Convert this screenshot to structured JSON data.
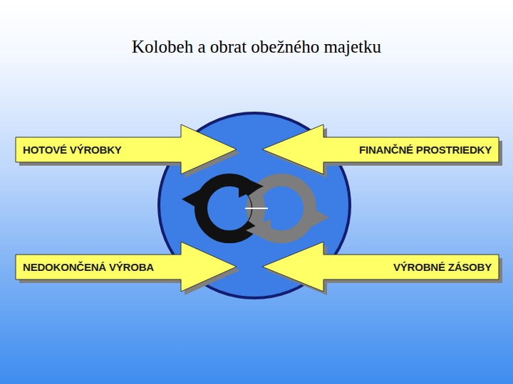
{
  "diagram": {
    "title": "Kolobeh a obrat obežného majetku",
    "nodes": [
      {
        "text": [
          "HOTOVÉ VÝROBKY"
        ]
      },
      {
        "text": [
          "FINANČNÉ PROSTRIEDKY"
        ]
      },
      {
        "text": [
          "NEDOKONČENÁ VÝROBA"
        ]
      },
      {
        "text": [
          "VÝROBNÉ ZÁSOBY"
        ]
      }
    ]
  }
}
